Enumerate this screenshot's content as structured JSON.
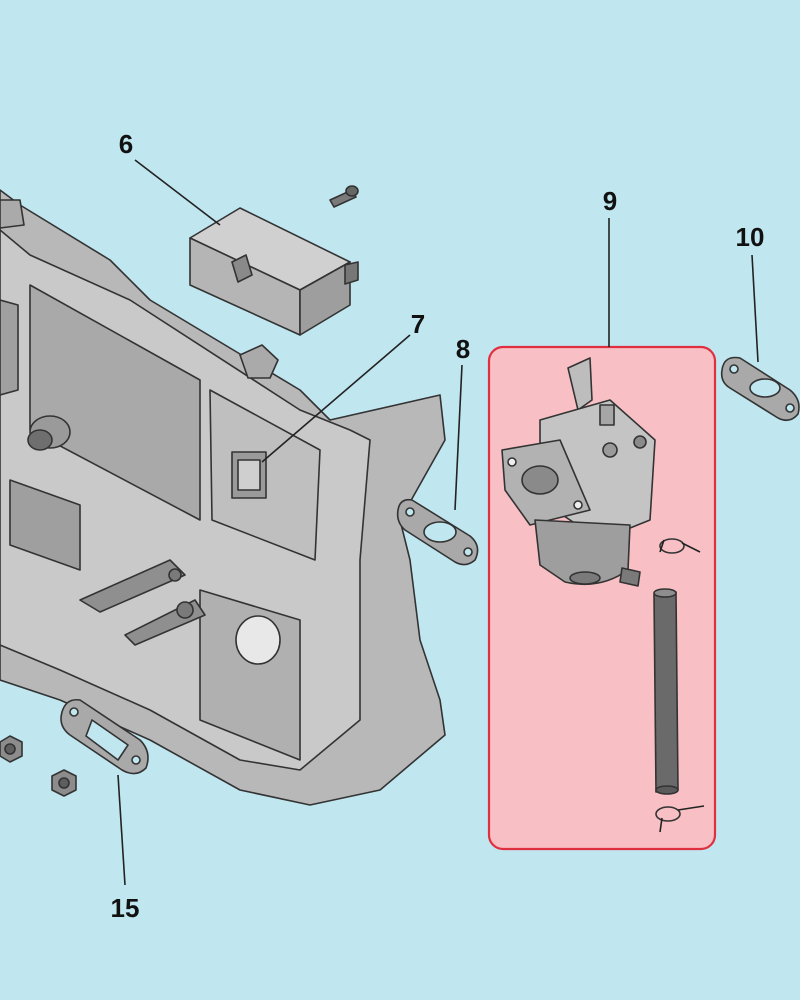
{
  "diagram": {
    "background_color": "#c0e6f0",
    "highlight_fill": "#f8c0c4",
    "highlight_stroke": "#e03040",
    "part_fill": "#bdbdbd",
    "part_dark": "#8c8c8c",
    "callouts": [
      {
        "id": "6",
        "label": "6"
      },
      {
        "id": "7",
        "label": "7"
      },
      {
        "id": "8",
        "label": "8"
      },
      {
        "id": "9",
        "label": "9"
      },
      {
        "id": "10",
        "label": "10"
      },
      {
        "id": "15",
        "label": "15"
      }
    ]
  }
}
